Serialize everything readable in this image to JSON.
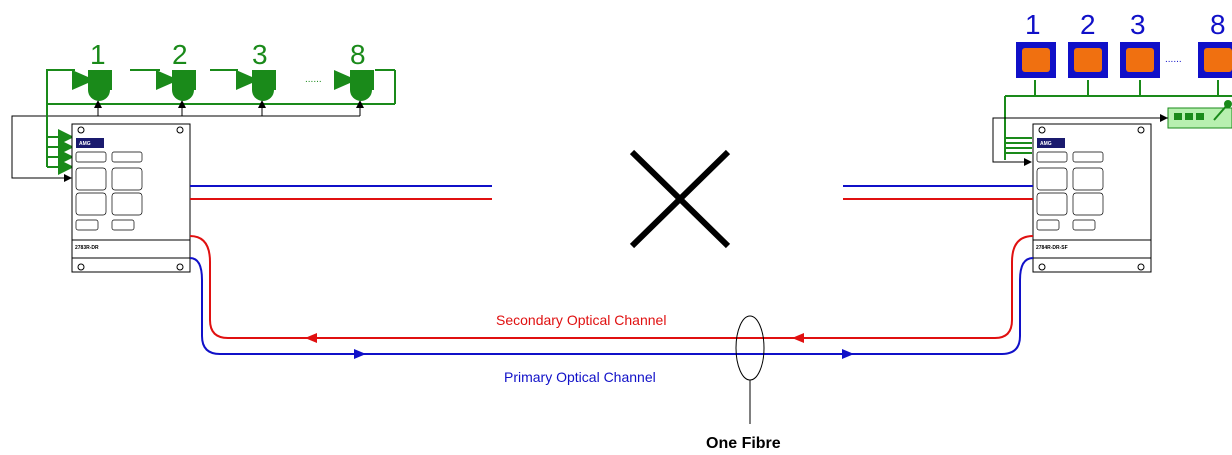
{
  "left_unit": {
    "brand": "AMG",
    "model": "2783R-DR",
    "camera_numbers": [
      "1",
      "2",
      "3",
      "8"
    ],
    "ellipsis": "......"
  },
  "right_unit": {
    "brand": "AMG",
    "model": "2784R-DR-SF",
    "monitor_numbers": [
      "1",
      "2",
      "3",
      "8"
    ],
    "ellipsis": "......"
  },
  "channels": {
    "secondary": "Secondary Optical Channel",
    "primary": "Primary Optical Channel",
    "fibre": "One Fibre"
  },
  "colors": {
    "green": "#1a8a1a",
    "blue": "#1010c8",
    "red": "#e01010",
    "orange": "#f07010",
    "navy": "#1a1a6e"
  }
}
